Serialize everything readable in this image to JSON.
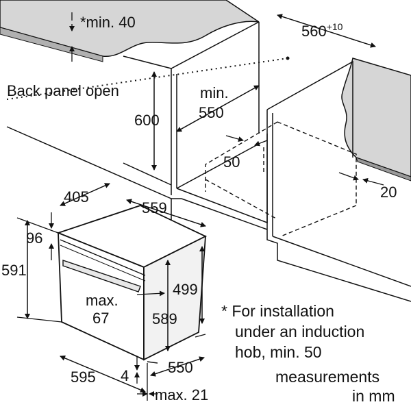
{
  "labels": {
    "worktop_min": "*min. 40",
    "back_panel": "Back panel open",
    "height_600": "600",
    "depth_min": "min.",
    "depth_550": "550",
    "niche_width": "560",
    "niche_width_tol": "+10",
    "gap_50": "50",
    "gap_20": "20",
    "oven_405": "405",
    "oven_559": "559",
    "oven_96": "96",
    "oven_591": "591",
    "oven_499": "499",
    "oven_max": "max.",
    "oven_67": "67",
    "oven_589": "589",
    "oven_595": "595",
    "oven_4": "4",
    "oven_550": "550",
    "oven_max21": "max. 21"
  },
  "notes": {
    "line1": "* For installation",
    "line2": "under an induction",
    "line3": "hob, min. 50",
    "line4": "measurements",
    "line5": "in mm"
  }
}
